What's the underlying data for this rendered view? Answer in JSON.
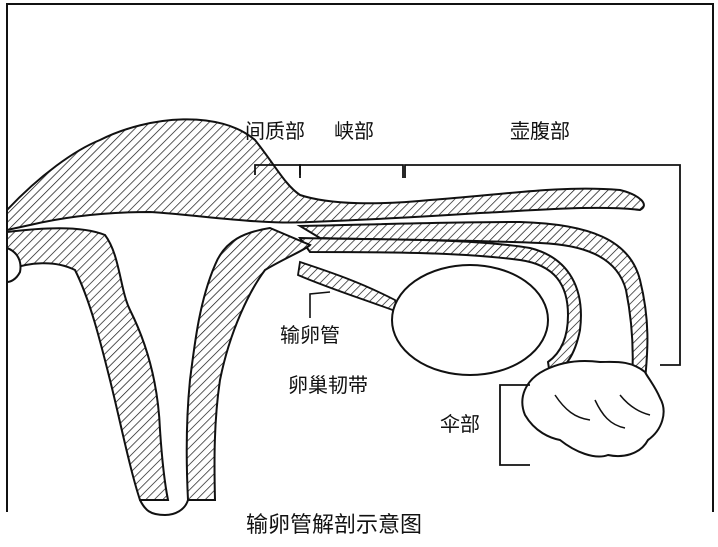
{
  "diagram": {
    "labels": {
      "interstitial": "间质部",
      "isthmus": "峡部",
      "ampulla": "壶腹部",
      "oviduct": "输卵管",
      "ovarian_ligament": "卵巢韧带",
      "fimbria": "伞部"
    },
    "caption": "输卵管解剖示意图"
  }
}
